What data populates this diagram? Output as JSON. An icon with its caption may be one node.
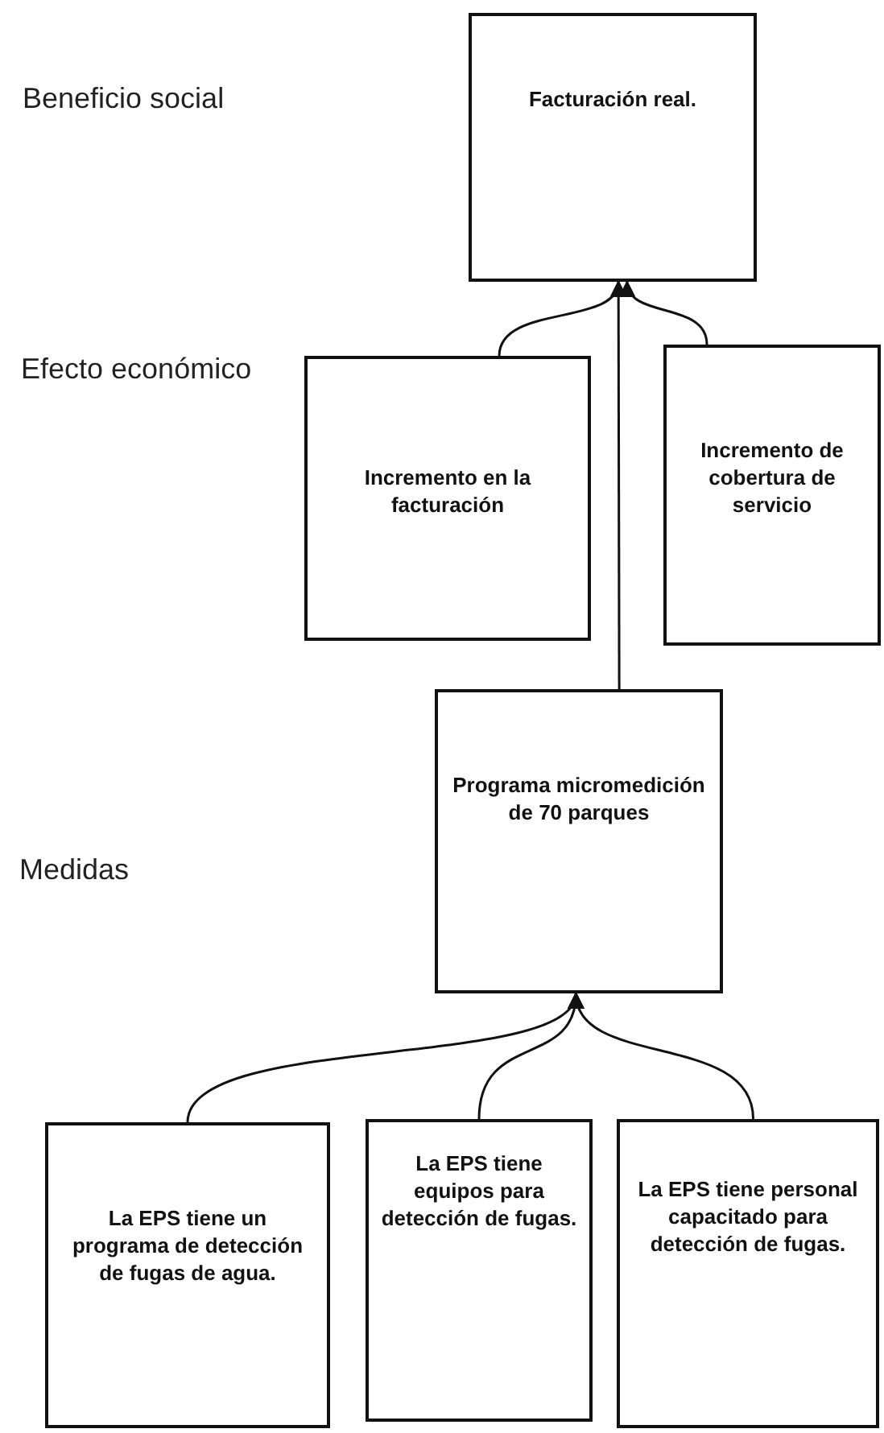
{
  "diagram": {
    "nodes": [
      {
        "text": [
          "Facturación real."
        ]
      },
      {
        "text": [
          "Incremento en la facturación"
        ]
      },
      {
        "text": [
          "Incremento de cobertura de servicio"
        ]
      },
      {
        "text": [
          "Programa micromedición de 70 parques"
        ]
      },
      {
        "text": [
          "La EPS tiene un programa de detección de fugas de agua."
        ]
      },
      {
        "text": [
          "La EPS tiene equipos para detección de fugas."
        ]
      },
      {
        "text": [
          "La EPS tiene personal capacitado para detección de fugas."
        ]
      }
    ],
    "edges": [
      {
        "from": 1,
        "to": 0,
        "arrow": "to"
      },
      {
        "from": 3,
        "to": 0,
        "arrow": "to"
      },
      {
        "from": 2,
        "to": 0,
        "arrow": "to"
      },
      {
        "from": 4,
        "to": 3,
        "arrow": "to"
      },
      {
        "from": 5,
        "to": 3,
        "arrow": "to"
      },
      {
        "from": 6,
        "to": 3,
        "arrow": "to"
      }
    ],
    "labels": [
      "Beneficio social",
      "Efecto económico",
      "Medidas"
    ]
  }
}
